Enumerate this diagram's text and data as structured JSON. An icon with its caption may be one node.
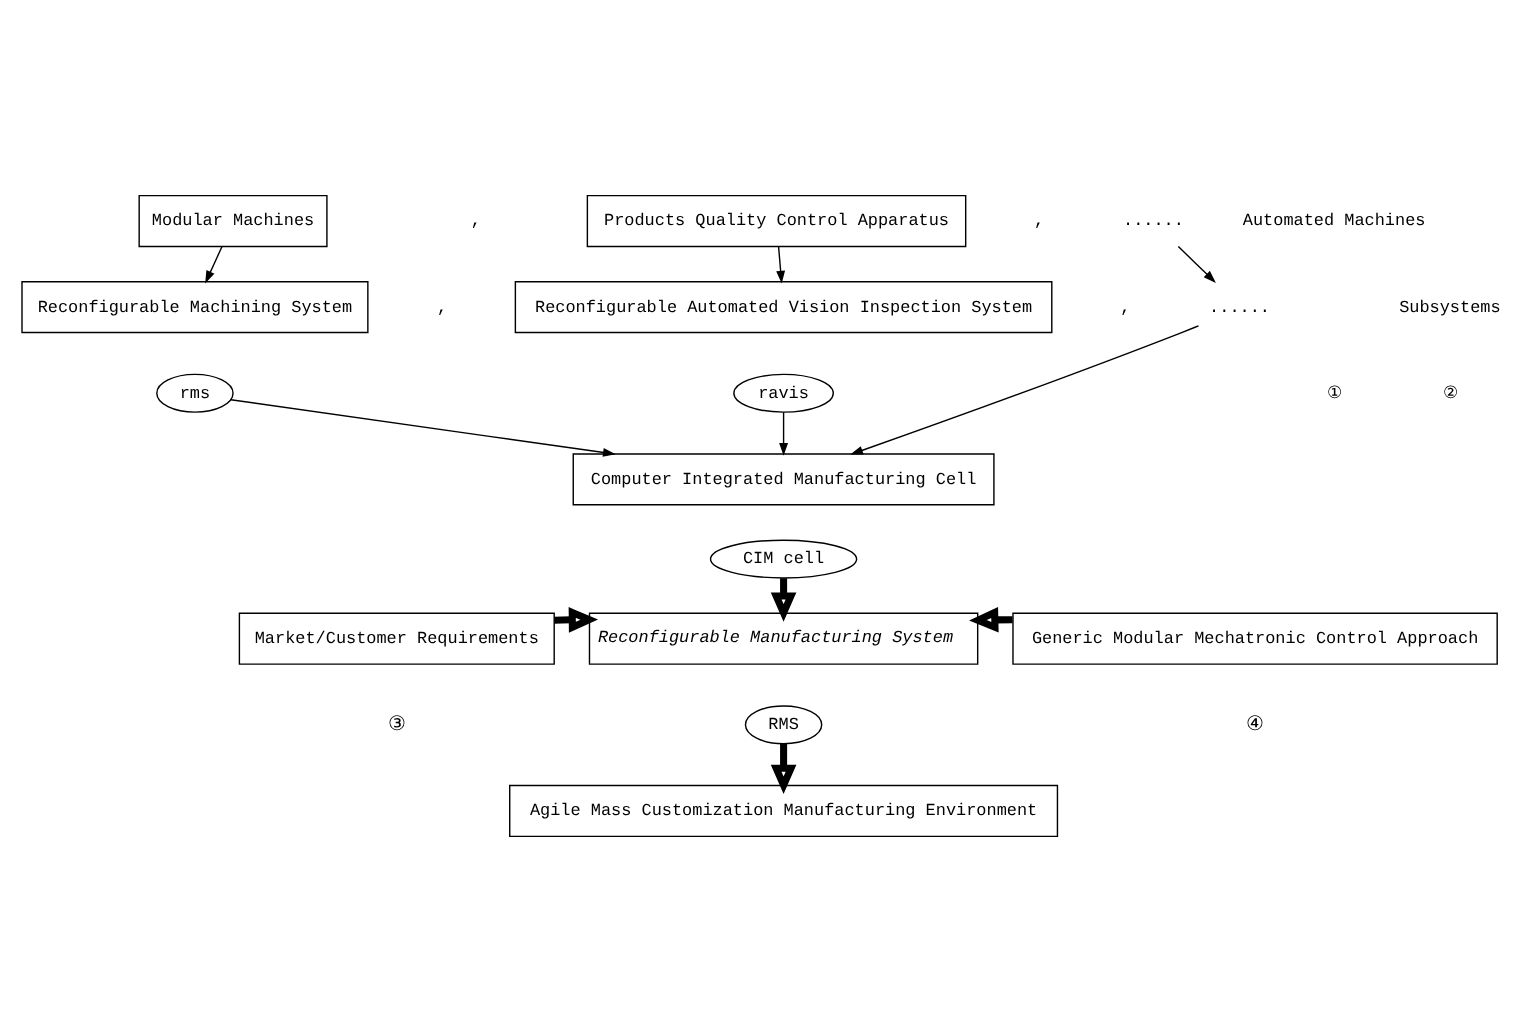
{
  "diagram": {
    "nodes": [
      {
        "text": [
          "Modular Machines"
        ]
      },
      {
        "text": [
          "Products Quality Control Apparatus"
        ]
      },
      {
        "text": [
          "......"
        ]
      },
      {
        "text": [
          "Reconfigurable Machining System"
        ]
      },
      {
        "text": [
          "rms"
        ]
      },
      {
        "text": [
          "Reconfigurable Automated Vision Inspection System"
        ]
      },
      {
        "text": [
          "ravis"
        ]
      },
      {
        "text": [
          "......"
        ]
      },
      {
        "text": [
          "Computer Integrated Manufacturing Cell"
        ]
      },
      {
        "text": [
          "CIM cell"
        ]
      },
      {
        "text": [
          "Market/Customer Requirements"
        ],
        "beside": [
          "③"
        ]
      },
      {
        "text": [
          "Reconfigurable Manufacturing System"
        ]
      },
      {
        "text": [
          "RMS"
        ]
      },
      {
        "text": [
          "Generic Modular Mechatronic Control Approach"
        ],
        "beside": [
          "④"
        ]
      },
      {
        "text": [
          "Agile Mass Customization Manufacturing Environment"
        ]
      }
    ],
    "edges": [
      {
        "from": 0,
        "to": 3,
        "arrow": "to"
      },
      {
        "from": 1,
        "to": 5,
        "arrow": "to"
      },
      {
        "from": 2,
        "to": 7,
        "arrow": "to"
      },
      {
        "from": 4,
        "to": 8,
        "arrow": "to"
      },
      {
        "from": 6,
        "to": 8,
        "arrow": "to"
      },
      {
        "from": 7,
        "to": 8,
        "arrow": "to"
      },
      {
        "from": 9,
        "to": 11,
        "arrow": "to",
        "style": "thick"
      },
      {
        "from": 10,
        "to": 11,
        "arrow": "to",
        "style": "thick"
      },
      {
        "from": 13,
        "to": 11,
        "arrow": "to",
        "style": "thick"
      },
      {
        "from": 12,
        "to": 14,
        "arrow": "to",
        "style": "thick"
      }
    ],
    "labels": [
      ",",
      ",",
      "Automated Machines",
      "①",
      ",",
      ",",
      "Subsystems",
      "②"
    ]
  }
}
